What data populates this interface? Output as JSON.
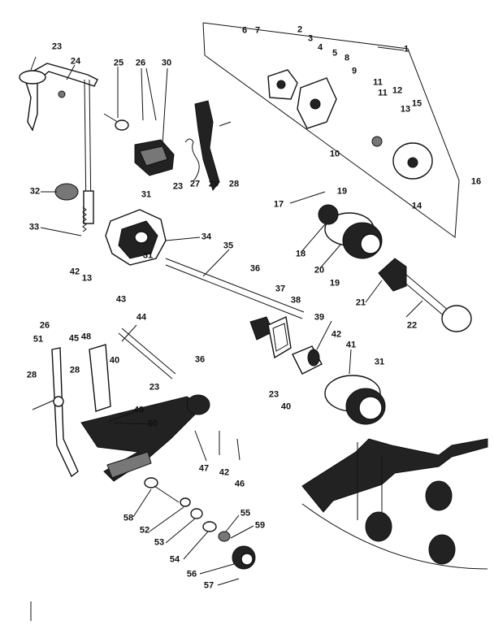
{
  "diagram": {
    "labels": [
      "1",
      "2",
      "3",
      "4",
      "5",
      "6",
      "7",
      "8",
      "9",
      "10",
      "11",
      "11",
      "12",
      "13",
      "14",
      "15",
      "16",
      "17",
      "18",
      "19",
      "19",
      "20",
      "21",
      "22",
      "23",
      "23",
      "23",
      "23",
      "24",
      "25",
      "26",
      "26",
      "27",
      "28",
      "28",
      "28",
      "29",
      "30",
      "31",
      "31",
      "31",
      "32",
      "33",
      "34",
      "35",
      "36",
      "36",
      "37",
      "38",
      "39",
      "40",
      "40",
      "41",
      "42",
      "42",
      "42",
      "43",
      "44",
      "45",
      "46",
      "47",
      "48",
      "49",
      "50",
      "51",
      "52",
      "53",
      "54",
      "55",
      "56",
      "57",
      "58",
      "59"
    ]
  }
}
